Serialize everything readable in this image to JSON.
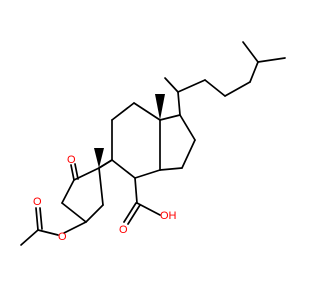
{
  "molecule": {
    "atoms": {
      "ring_ketone_oxygen": "O",
      "acetate_carbonyl_oxygen": "O",
      "acetate_ester_oxygen": "O",
      "acid_carbonyl_oxygen": "O",
      "acid_hydroxyl": "OH"
    },
    "colors": {
      "bond": "#000000",
      "heteroatom": "#ff0000",
      "background": "#ffffff"
    }
  }
}
